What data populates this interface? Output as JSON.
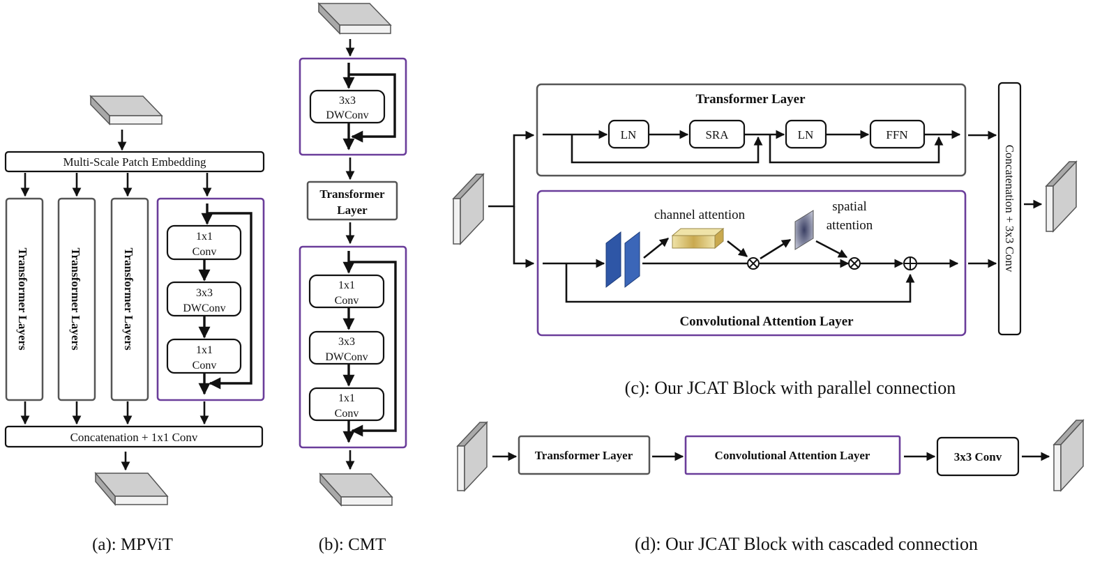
{
  "mpvit": {
    "patch_embedding": "Multi-Scale Patch Embedding",
    "transformer_layers": [
      "Transformer Layers",
      "Transformer Layers",
      "Transformer Layers"
    ],
    "conv_branch": [
      "1x1",
      "Conv",
      "3x3",
      "DWConv",
      "1x1",
      "Conv"
    ],
    "concat": "Concatenation + 1x1 Conv",
    "caption": "(a): MPViT"
  },
  "cmt": {
    "top_conv": [
      "3x3",
      "DWConv"
    ],
    "transformer": [
      "Transformer",
      "Layer"
    ],
    "ffn_branch": [
      "1x1",
      "Conv",
      "3x3",
      "DWConv",
      "1x1",
      "Conv"
    ],
    "caption": "(b): CMT"
  },
  "parallel": {
    "transformer_title": "Transformer Layer",
    "ln1": "LN",
    "sra": "SRA",
    "ln2": "LN",
    "ffn": "FFN",
    "channel_attention": "channel attention",
    "spatial_attention_1": "spatial",
    "spatial_attention_2": "attention",
    "conv_attention_title": "Convolutional Attention Layer",
    "concat": "Concatenation + 3x3 Conv",
    "caption": "(c): Our JCAT Block with parallel connection"
  },
  "cascaded": {
    "transformer": "Transformer Layer",
    "conv_attention": "Convolutional Attention Layer",
    "conv": "3x3 Conv",
    "caption": "(d): Our JCAT Block with cascaded connection"
  },
  "colors": {
    "purple": "#6a3d9a",
    "gray_box": "#555555",
    "feature_gray": "#cfcfcf",
    "channel_blue": "#2e56a6",
    "channel_attention_gold": "#d8c27a"
  }
}
